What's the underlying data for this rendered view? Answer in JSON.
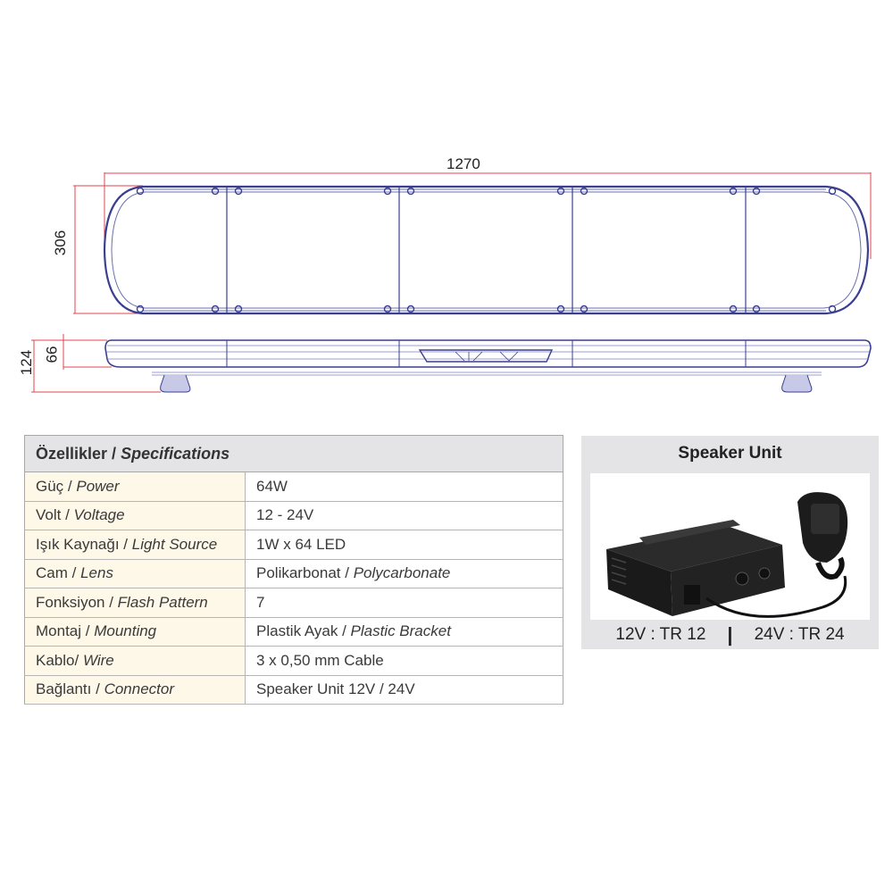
{
  "drawing": {
    "dimensions": {
      "length": "1270",
      "width": "306",
      "total_height": "124",
      "body_height": "66"
    },
    "colors": {
      "outline": "#3b3f8f",
      "dimension_line": "#e0454f"
    }
  },
  "specifications": {
    "header_tr": "Özellikler",
    "header_sep": " / ",
    "header_en": "Specifications",
    "rows": [
      {
        "label_tr": "Güç",
        "label_en": "Power",
        "value": "64W",
        "value_en": ""
      },
      {
        "label_tr": "Volt",
        "label_en": "Voltage",
        "value": "12 - 24V",
        "value_en": ""
      },
      {
        "label_tr": "Işık Kaynağı",
        "label_en": "Light Source",
        "value": "1W x 64 LED",
        "value_en": ""
      },
      {
        "label_tr": "Cam",
        "label_en": "Lens",
        "value": "Polikarbonat / ",
        "value_en": "Polycarbonate"
      },
      {
        "label_tr": "Fonksiyon",
        "label_en": "Flash Pattern",
        "value": "7",
        "value_en": ""
      },
      {
        "label_tr": "Montaj",
        "label_en": "Mounting",
        "value": "Plastik Ayak / ",
        "value_en": "Plastic Bracket"
      },
      {
        "label_tr": "Kablo/",
        "label_en": "Wire",
        "value": "3 x 0,50 mm Cable",
        "value_en": ""
      },
      {
        "label_tr": "Bağlantı",
        "label_en": "Connector",
        "value": "Speaker Unit 12V / 24V",
        "value_en": ""
      }
    ]
  },
  "speaker_unit": {
    "title": "Speaker Unit",
    "image": "speaker-amplifier-with-microphone",
    "model_12v": "12V : TR 12",
    "separator": "|",
    "model_24v": "24V : TR 24"
  }
}
